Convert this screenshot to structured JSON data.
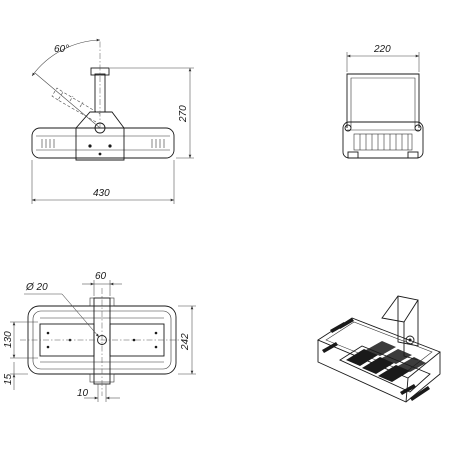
{
  "labels": {
    "angle": "60°",
    "height_side": "270",
    "width_side": "430",
    "width_front": "220",
    "hole_dia": "Ø 20",
    "bracket_width": "60",
    "height_plan": "242",
    "hole_spacing": "130",
    "offset": "15",
    "slot": "10"
  }
}
